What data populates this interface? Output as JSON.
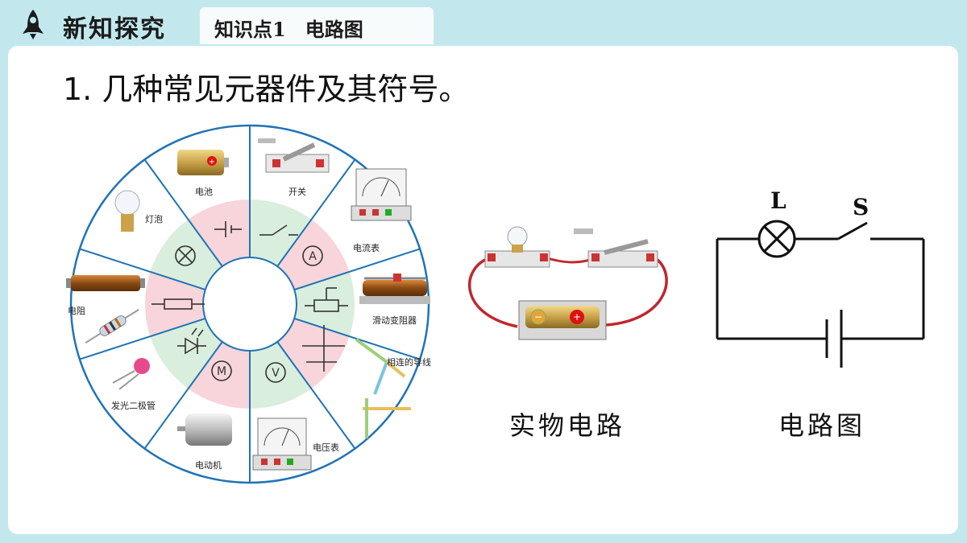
{
  "header": {
    "section_title": "新知探究",
    "tab_label": "知识点1　电路图"
  },
  "heading": "1. 几种常见元器件及其符号。",
  "wheel": {
    "components": [
      "电池",
      "开关",
      "电流表",
      "滑动变阻器",
      "相连的导线",
      "电压表",
      "电动机",
      "发光二极管",
      "电阻",
      "灯泡"
    ],
    "meter_symbols": {
      "ammeter": "A",
      "voltmeter": "V",
      "motor": "M"
    }
  },
  "circuit_diagram": {
    "lamp_label": "L",
    "switch_label": "S"
  },
  "captions": {
    "physical_circuit": "实物电路",
    "circuit_diagram": "电路图"
  },
  "colors": {
    "background": "#c2e8ee",
    "wheel_blue": "#1f73b7",
    "pink_sector": "#f8d5da",
    "green_sector": "#d9eedc",
    "wire_red": "#c0272d"
  }
}
